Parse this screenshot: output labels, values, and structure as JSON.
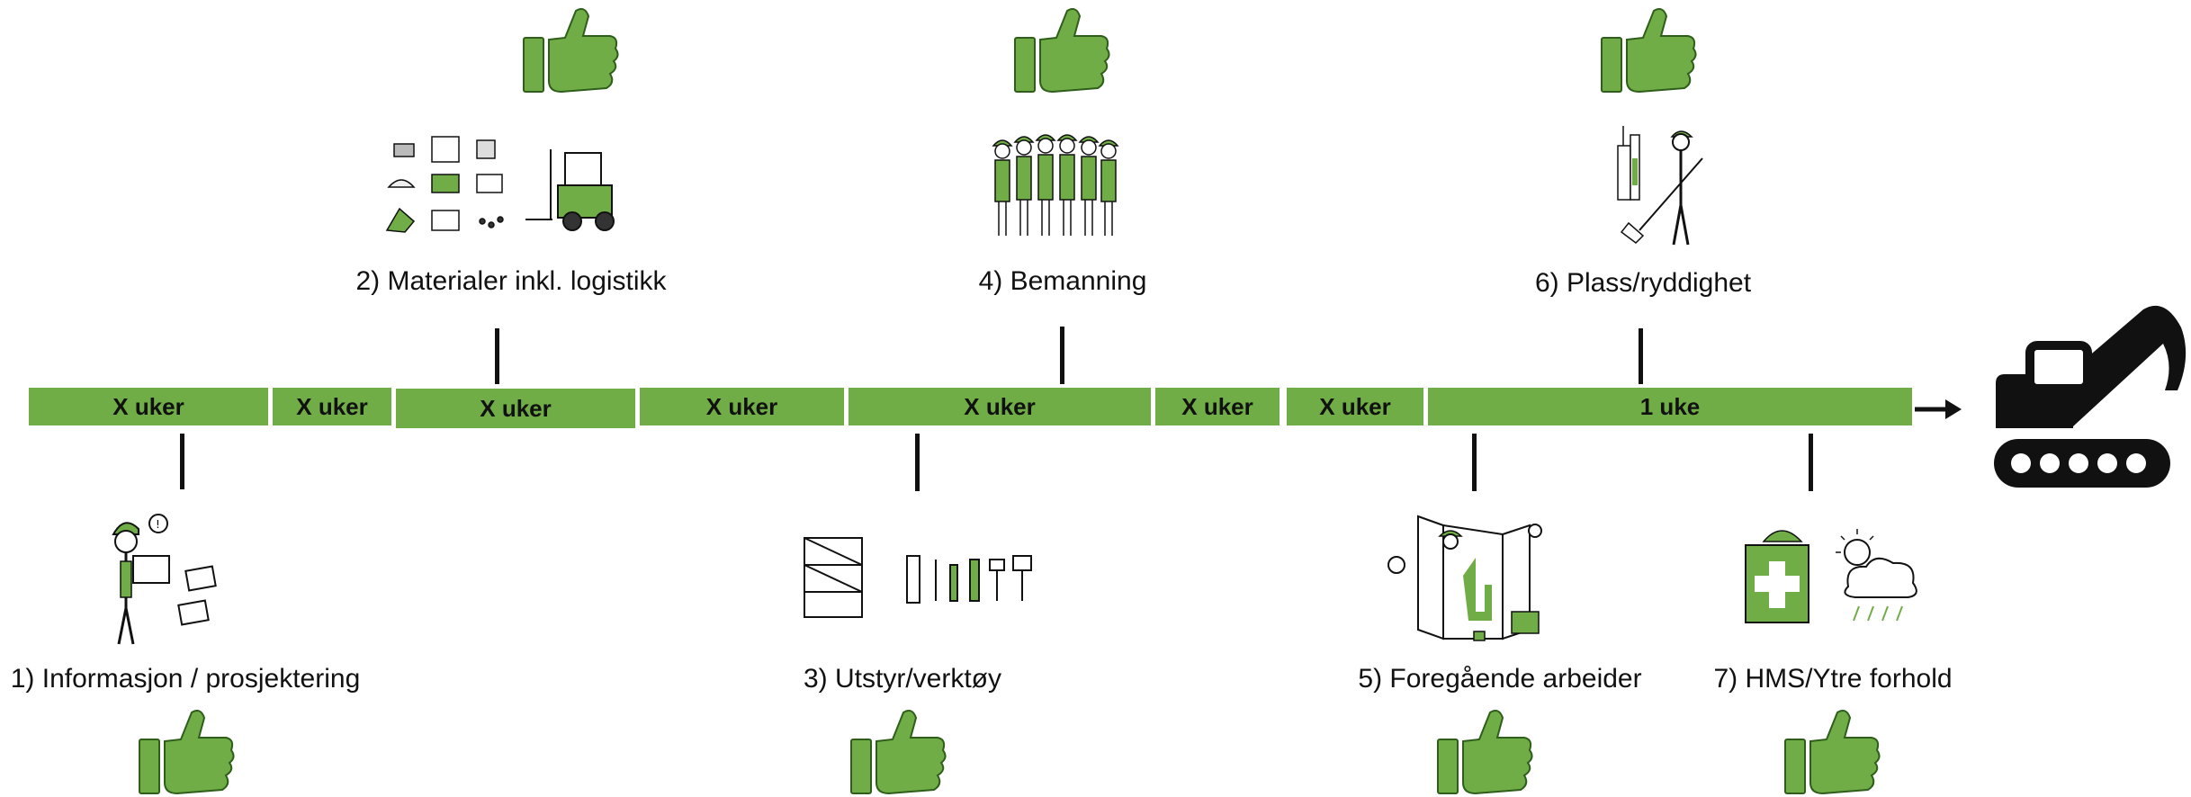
{
  "timeline": {
    "segments": [
      {
        "label": "X uker"
      },
      {
        "label": "X uker"
      },
      {
        "label": "X uker"
      },
      {
        "label": "X uker"
      },
      {
        "label": "X uker"
      },
      {
        "label": "X uker"
      },
      {
        "label": "X uker"
      },
      {
        "label": "1 uke"
      }
    ],
    "accent_color": "#70ad47"
  },
  "factors": [
    {
      "label": "1) Informasjon / prosjektering",
      "icon": "engineer-with-documents-icon",
      "status": "thumbs-up"
    },
    {
      "label": "2) Materialer inkl. logistikk",
      "icon": "materials-and-forklift-icon",
      "status": "thumbs-up"
    },
    {
      "label": "3) Utstyr/verktøy",
      "icon": "scaffold-and-tools-icon",
      "status": "thumbs-up"
    },
    {
      "label": "4) Bemanning",
      "icon": "workers-crew-icon",
      "status": "thumbs-up"
    },
    {
      "label": "5) Foregående arbeider",
      "icon": "workers-painting-walls-icon",
      "status": "thumbs-up"
    },
    {
      "label": "6) Plass/ryddighet",
      "icon": "worker-sweeping-icon",
      "status": "thumbs-up"
    },
    {
      "label": "7) HMS/Ytre forhold",
      "icon": "first-aid-and-weather-icon",
      "status": "thumbs-up"
    }
  ],
  "end_icon": "excavator-icon",
  "arrow_icon": "arrow-right-icon"
}
